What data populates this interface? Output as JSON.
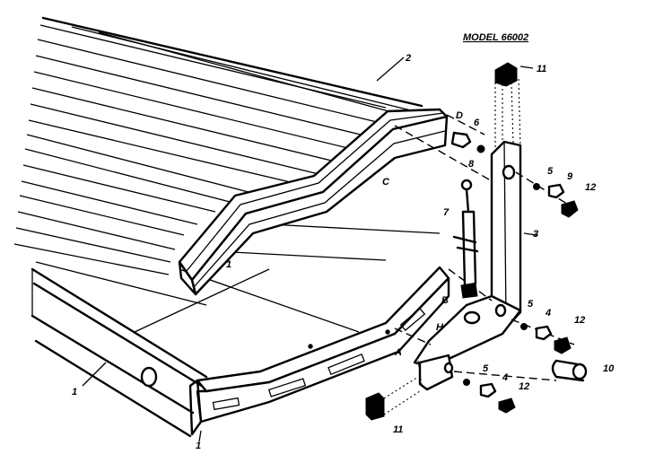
{
  "title": "MODEL 66002",
  "labels": {
    "p1_main": "1",
    "p1_bracket": "1",
    "p1_bottom": "1",
    "p2": "2",
    "p3": "3",
    "p4_mid": "4",
    "p4_low": "4",
    "p5_top": "5",
    "p5_mid": "5",
    "p5_low": "5",
    "p6": "6",
    "p7": "7",
    "p8": "8",
    "p9": "9",
    "p10": "10",
    "p11_top": "11",
    "p11_bottom": "11",
    "p12_top": "12",
    "p12_mid": "12",
    "p12_low": "12",
    "A": "A",
    "B": "B",
    "C": "C",
    "D": "D",
    "H": "H"
  }
}
